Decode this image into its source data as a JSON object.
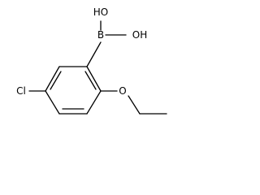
{
  "molecule": {
    "atoms": {
      "hydroxyl_1": "HO",
      "hydroxyl_2": "OH",
      "boron": "B",
      "chlorine": "Cl",
      "ether_oxygen": "O"
    }
  },
  "colors": {
    "bond": "#000000",
    "label": "#000000",
    "background": "#ffffff"
  }
}
